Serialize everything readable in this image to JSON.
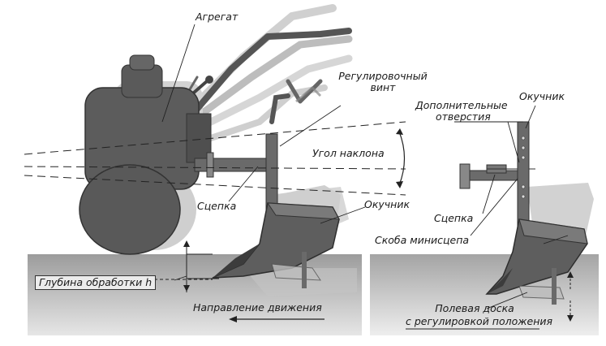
{
  "labels": {
    "aggregate": "Агрегат",
    "adjusting_screw_line1": "Регулировочный",
    "adjusting_screw_line2": "винт",
    "extra_holes_line1": "Дополнительные",
    "extra_holes_line2": "отверстия",
    "hiller_right": "Окучник",
    "tilt_angle": "Угол наклона",
    "hitch_left": "Сцепка",
    "hiller_left": "Окучник",
    "hitch_right": "Сцепка",
    "mini_hitch_bracket": "Скоба минисцепа",
    "working_depth": "Глубина обработки h",
    "motion_direction": "Направление движения",
    "field_board_line1": "Полевая доска",
    "field_board_line2": "с регулировкой положения"
  },
  "colors": {
    "soil": "#a9a9a9",
    "body_dark": "#5c5c5c",
    "ghost": "#c9c9c9",
    "line": "#222222"
  }
}
